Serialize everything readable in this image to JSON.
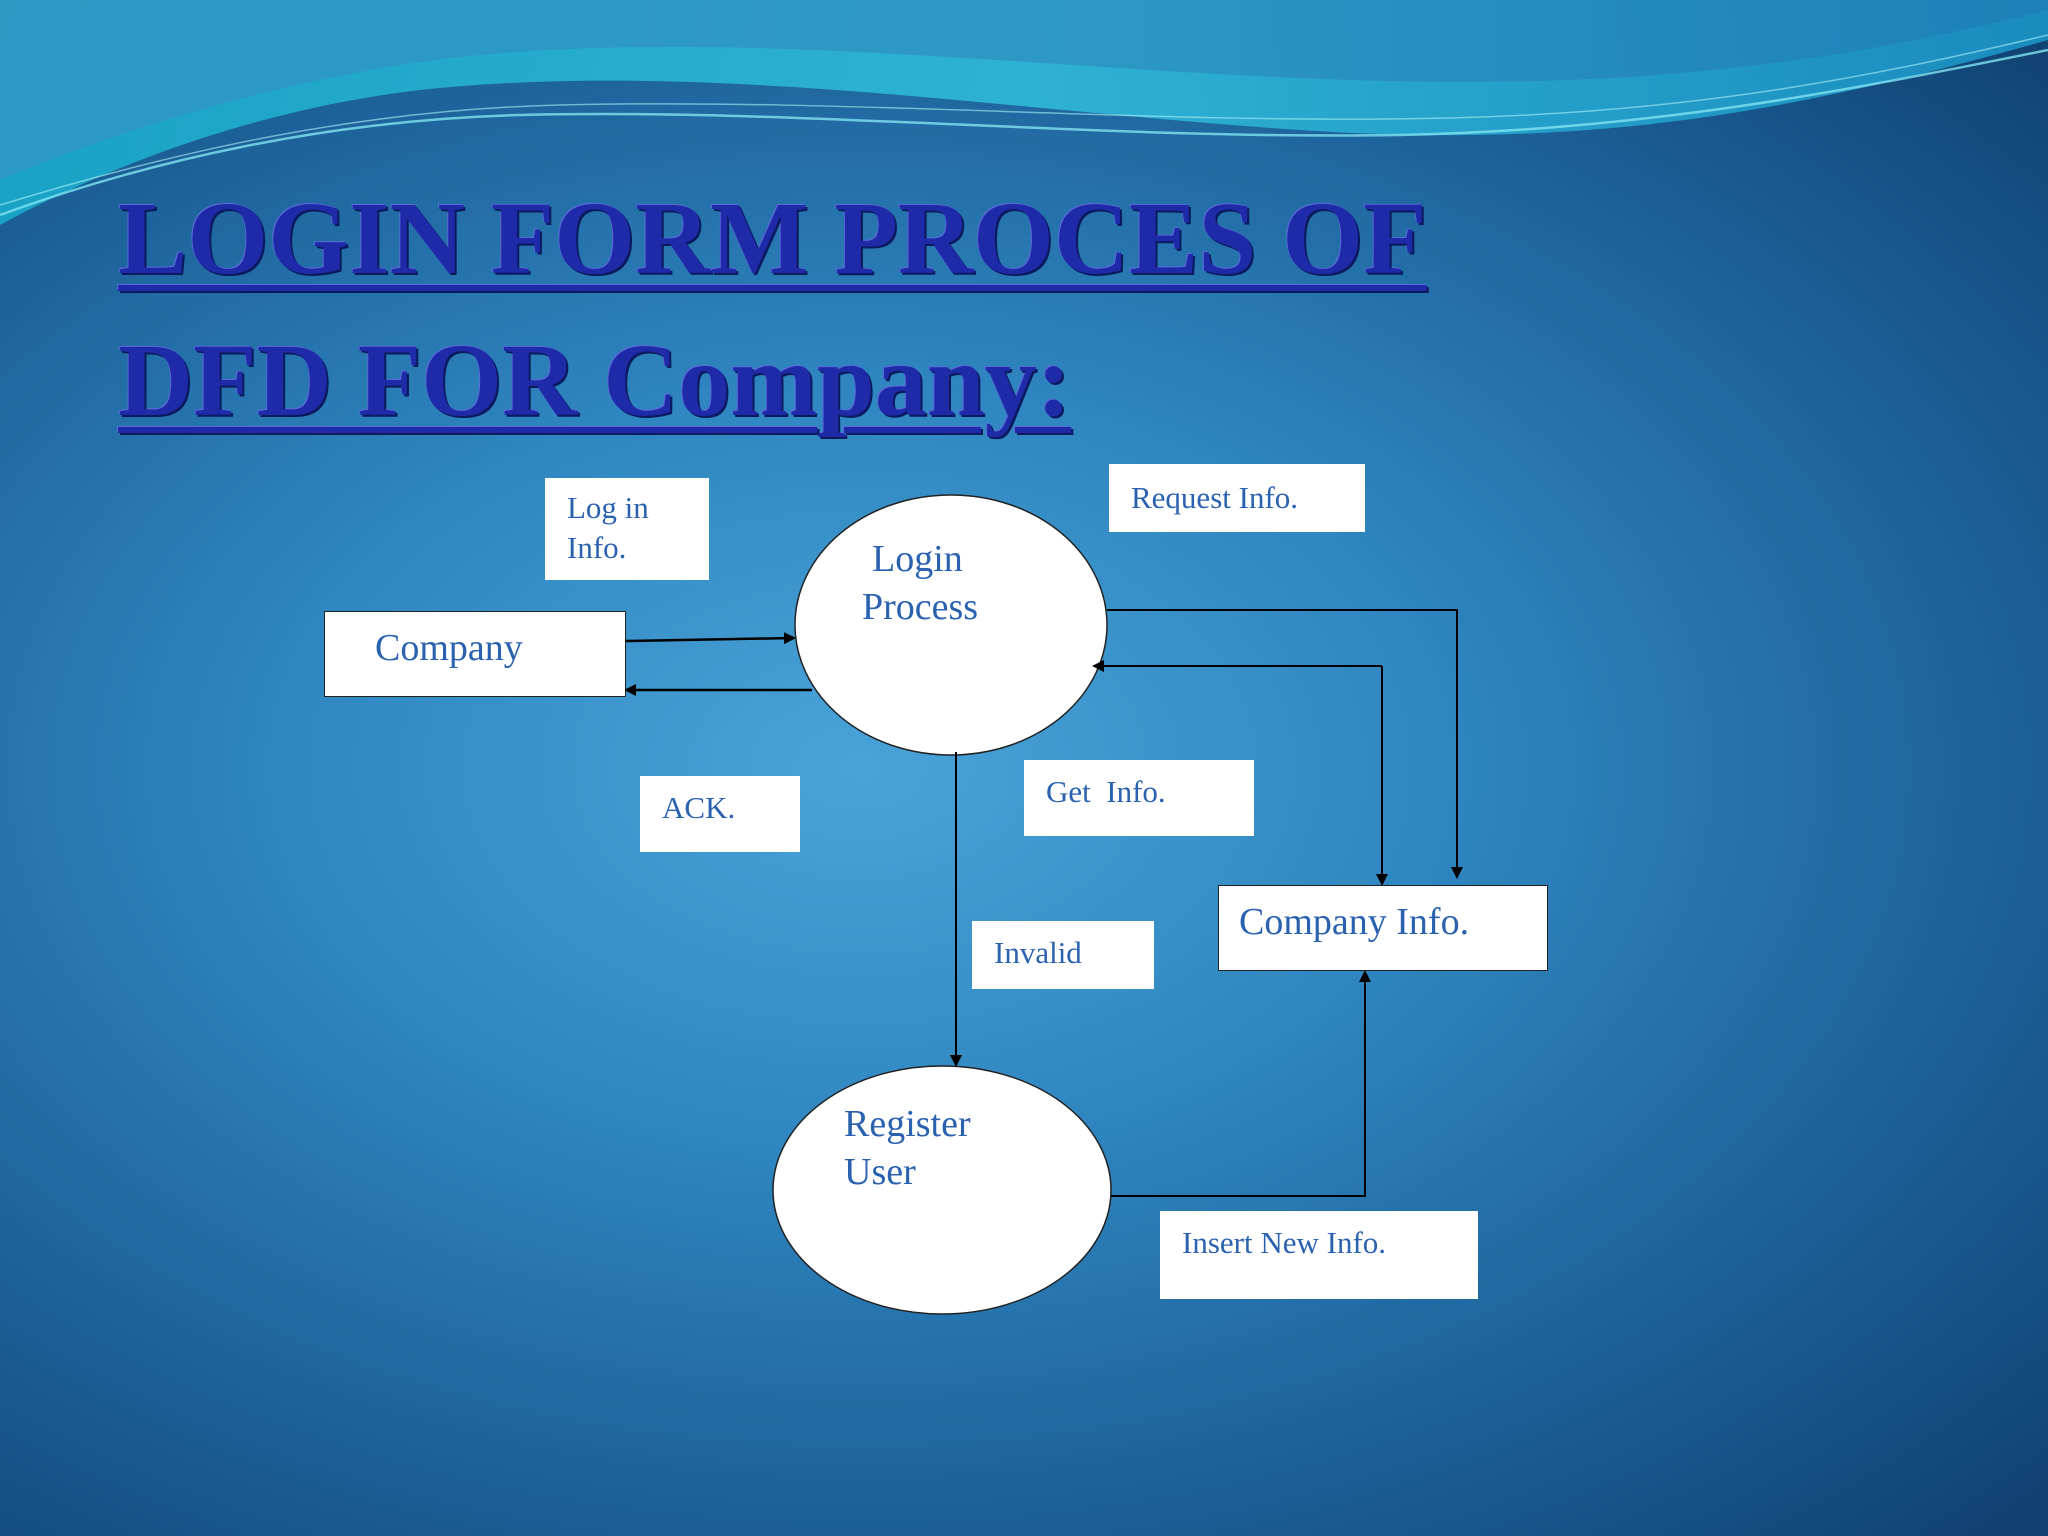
{
  "slide": {
    "title_line1": "LOGIN FORM PROCES OF",
    "title_line2": "DFD FOR Company:"
  },
  "diagram": {
    "entities": {
      "company": "Company",
      "company_info": "Company Info."
    },
    "processes": {
      "login": [
        "Login",
        "Process"
      ],
      "register": [
        "Register",
        "User"
      ]
    },
    "flow_labels": {
      "log_in_info": [
        "Log in",
        "Info."
      ],
      "request_info": "Request Info.",
      "ack": "ACK.",
      "get_info": "Get  Info.",
      "invalid": "Invalid",
      "insert_new_info": "Insert New Info."
    }
  }
}
